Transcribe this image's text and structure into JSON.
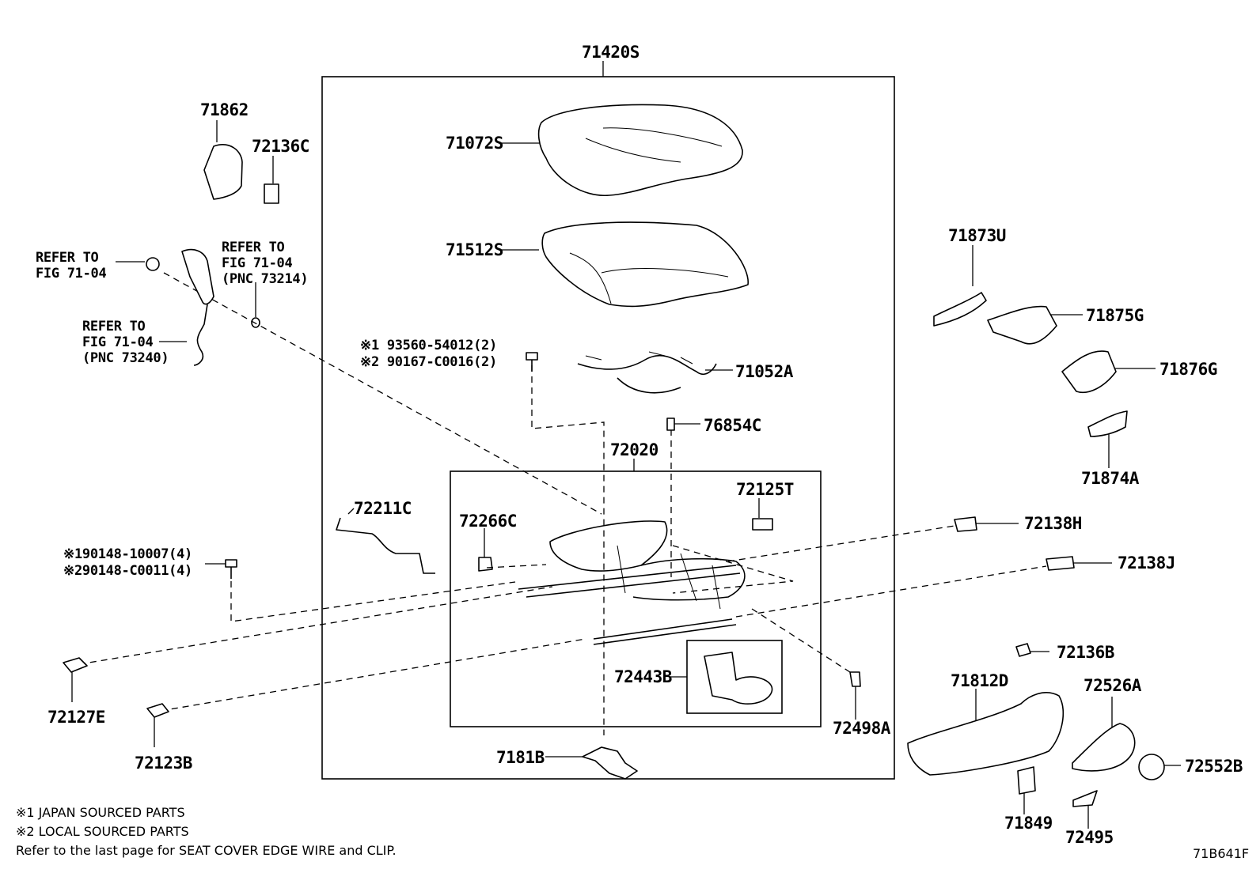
{
  "labels": {
    "p71420S": "71420S",
    "p71862": "71862",
    "p72136C": "72136C",
    "p71072S": "71072S",
    "p71512S": "71512S",
    "refer_left": [
      "REFER TO",
      "FIG 71-04"
    ],
    "refer_right": [
      "REFER TO",
      "FIG 71-04",
      "(PNC 73214)"
    ],
    "refer_lower": [
      "REFER TO",
      "FIG 71-04",
      "(PNC 73240)"
    ],
    "bolt_top_1": "※1 93560-54012(2)",
    "bolt_top_2": "※2 90167-C0016(2)",
    "p71052A": "71052A",
    "p76854C": "76854C",
    "p72020": "72020",
    "p72125T": "72125T",
    "p72211C": "72211C",
    "p72266C": "72266C",
    "bolt_left_1": "※190148-10007(4)",
    "bolt_left_2": "※290148-C0011(4)",
    "p72138H": "72138H",
    "p72138J": "72138J",
    "p72443B": "72443B",
    "p72127E": "72127E",
    "p72123B": "72123B",
    "p7181B": "7181B",
    "p72498A": "72498A",
    "p71873U": "71873U",
    "p71875G": "71875G",
    "p71876G": "71876G",
    "p71874A": "71874A",
    "p72136B": "72136B",
    "p71812D": "71812D",
    "p72526A": "72526A",
    "p72552B": "72552B",
    "p71849": "71849",
    "p72495": "72495"
  },
  "footer": {
    "note1": "※1  JAPAN SOURCED PARTS",
    "note2": "※2  LOCAL SOURCED PARTS",
    "note3": "Refer to the last page   for SEAT COVER EDGE WIRE and CLIP.",
    "figure_code": "71B641F"
  }
}
